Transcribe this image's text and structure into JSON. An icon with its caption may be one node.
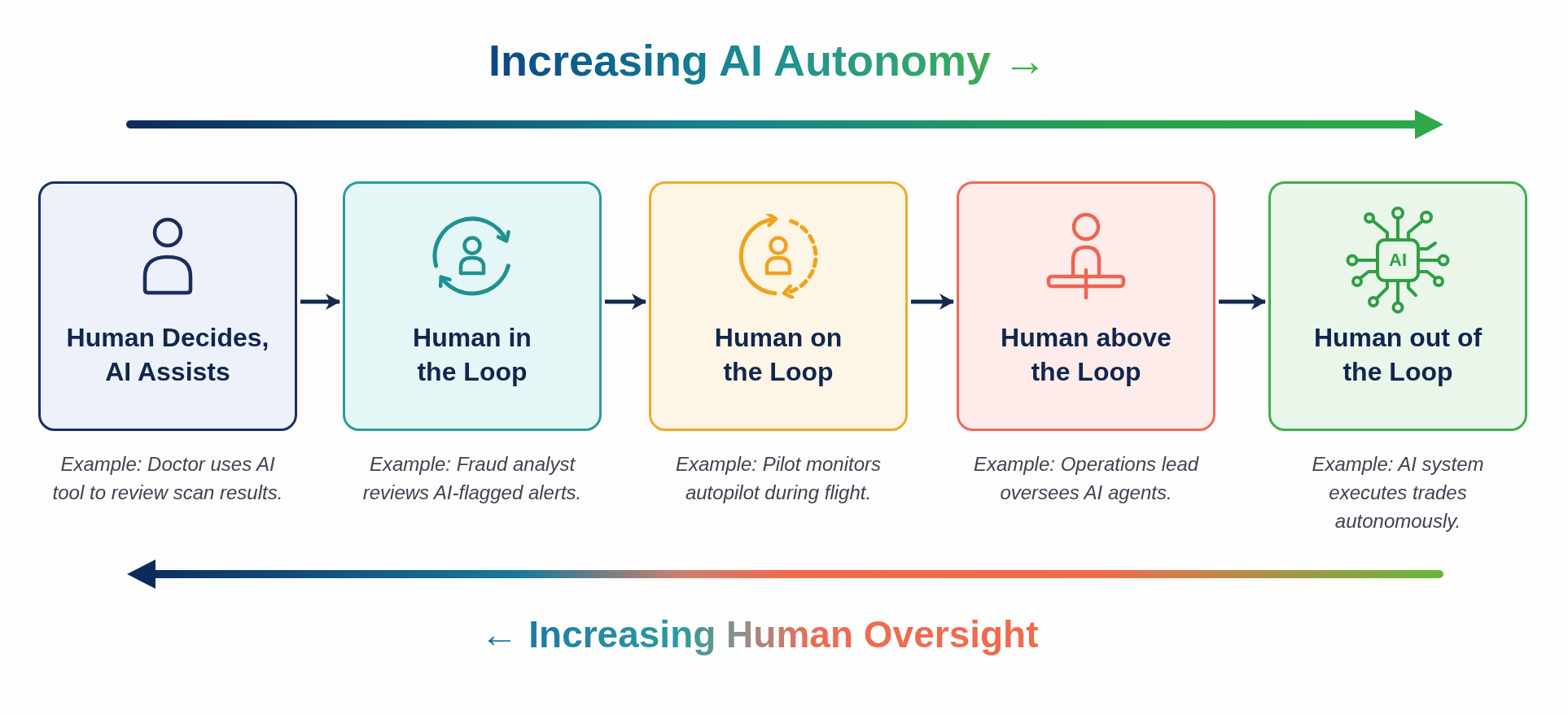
{
  "diagram": {
    "title": "Increasing AI Autonomy →",
    "nodes": [
      {
        "text": [
          "Human Decides, AI Assists"
        ],
        "beside": [
          "Example: Doctor uses AI tool to review scan results."
        ]
      },
      {
        "text": [
          "Human in the Loop"
        ],
        "beside": [
          "Example: Fraud analyst reviews AI-flagged alerts."
        ]
      },
      {
        "text": [
          "Human on the Loop"
        ],
        "beside": [
          "Example: Pilot monitors autopilot during flight."
        ]
      },
      {
        "text": [
          "Human above the Loop"
        ],
        "beside": [
          "Example: Operations lead oversees AI agents."
        ]
      },
      {
        "text": [
          "Human out of the Loop"
        ],
        "beside": [
          "Example: AI system executes trades autonomously."
        ]
      },
      {
        "text": [
          "AI"
        ],
        "in": 4
      }
    ],
    "edges": [
      {
        "from": 0,
        "to": 1,
        "arrow": "to"
      },
      {
        "from": 1,
        "to": 2,
        "arrow": "to"
      },
      {
        "from": 2,
        "to": 3,
        "arrow": "to"
      },
      {
        "from": 3,
        "to": 4,
        "arrow": "to"
      }
    ],
    "labels": [
      "← Increasing Human Oversight"
    ]
  }
}
